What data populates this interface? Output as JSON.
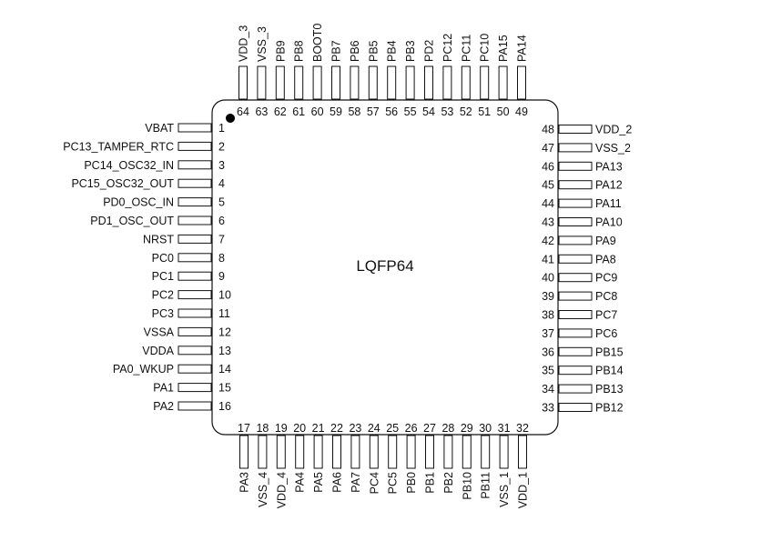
{
  "chip": {
    "package": "LQFP64",
    "pin1_marker": "dot"
  },
  "colors": {
    "outline": "#111111",
    "background": "#ffffff",
    "pin1_dot": "#000000"
  },
  "pins": {
    "left": [
      {
        "num": "1",
        "name": "VBAT"
      },
      {
        "num": "2",
        "name": "PC13_TAMPER_RTC"
      },
      {
        "num": "3",
        "name": "PC14_OSC32_IN"
      },
      {
        "num": "4",
        "name": "PC15_OSC32_OUT"
      },
      {
        "num": "5",
        "name": "PD0_OSC_IN"
      },
      {
        "num": "6",
        "name": "PD1_OSC_OUT"
      },
      {
        "num": "7",
        "name": "NRST"
      },
      {
        "num": "8",
        "name": "PC0"
      },
      {
        "num": "9",
        "name": "PC1"
      },
      {
        "num": "10",
        "name": "PC2"
      },
      {
        "num": "11",
        "name": "PC3"
      },
      {
        "num": "12",
        "name": "VSSA"
      },
      {
        "num": "13",
        "name": "VDDA"
      },
      {
        "num": "14",
        "name": "PA0_WKUP"
      },
      {
        "num": "15",
        "name": "PA1"
      },
      {
        "num": "16",
        "name": "PA2"
      }
    ],
    "bottom": [
      {
        "num": "17",
        "name": "PA3"
      },
      {
        "num": "18",
        "name": "VSS_4"
      },
      {
        "num": "19",
        "name": "VDD_4"
      },
      {
        "num": "20",
        "name": "PA4"
      },
      {
        "num": "21",
        "name": "PA5"
      },
      {
        "num": "22",
        "name": "PA6"
      },
      {
        "num": "23",
        "name": "PA7"
      },
      {
        "num": "24",
        "name": "PC4"
      },
      {
        "num": "25",
        "name": "PC5"
      },
      {
        "num": "26",
        "name": "PB0"
      },
      {
        "num": "27",
        "name": "PB1"
      },
      {
        "num": "28",
        "name": "PB2"
      },
      {
        "num": "29",
        "name": "PB10"
      },
      {
        "num": "30",
        "name": "PB11"
      },
      {
        "num": "31",
        "name": "VSS_1"
      },
      {
        "num": "32",
        "name": "VDD_1"
      }
    ],
    "right": [
      {
        "num": "33",
        "name": "PB12"
      },
      {
        "num": "34",
        "name": "PB13"
      },
      {
        "num": "35",
        "name": "PB14"
      },
      {
        "num": "36",
        "name": "PB15"
      },
      {
        "num": "37",
        "name": "PC6"
      },
      {
        "num": "38",
        "name": "PC7"
      },
      {
        "num": "39",
        "name": "PC8"
      },
      {
        "num": "40",
        "name": "PC9"
      },
      {
        "num": "41",
        "name": "PA8"
      },
      {
        "num": "42",
        "name": "PA9"
      },
      {
        "num": "43",
        "name": "PA10"
      },
      {
        "num": "44",
        "name": "PA11"
      },
      {
        "num": "45",
        "name": "PA12"
      },
      {
        "num": "46",
        "name": "PA13"
      },
      {
        "num": "47",
        "name": "VSS_2"
      },
      {
        "num": "48",
        "name": "VDD_2"
      }
    ],
    "top": [
      {
        "num": "49",
        "name": "PA14"
      },
      {
        "num": "50",
        "name": "PA15"
      },
      {
        "num": "51",
        "name": "PC10"
      },
      {
        "num": "52",
        "name": "PC11"
      },
      {
        "num": "53",
        "name": "PC12"
      },
      {
        "num": "54",
        "name": "PD2"
      },
      {
        "num": "55",
        "name": "PB3"
      },
      {
        "num": "56",
        "name": "PB4"
      },
      {
        "num": "57",
        "name": "PB5"
      },
      {
        "num": "58",
        "name": "PB6"
      },
      {
        "num": "59",
        "name": "PB7"
      },
      {
        "num": "60",
        "name": "BOOT0"
      },
      {
        "num": "61",
        "name": "PB8"
      },
      {
        "num": "62",
        "name": "PB9"
      },
      {
        "num": "63",
        "name": "VSS_3"
      },
      {
        "num": "64",
        "name": "VDD_3"
      }
    ]
  }
}
